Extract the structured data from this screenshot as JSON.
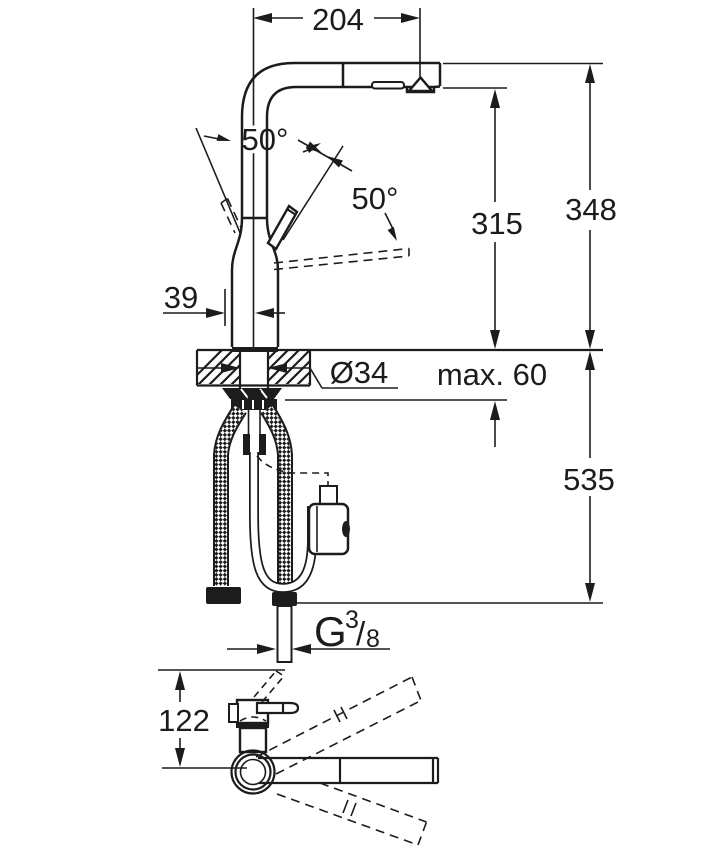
{
  "dimensions": {
    "spout_projection": "204",
    "handle_angle_left": "50°",
    "handle_angle_right": "50°",
    "outlet_height": "315",
    "overall_height": "348",
    "body_offset": "39",
    "hole_diameter": "Ø34",
    "counter_thickness": "max. 60",
    "below_counter_height": "535",
    "base_height": "122",
    "thread": {
      "g": "G",
      "numerator": "3",
      "slash": "/",
      "denominator": "8"
    }
  },
  "colors": {
    "line": "#1c1c1c",
    "background": "#ffffff"
  }
}
